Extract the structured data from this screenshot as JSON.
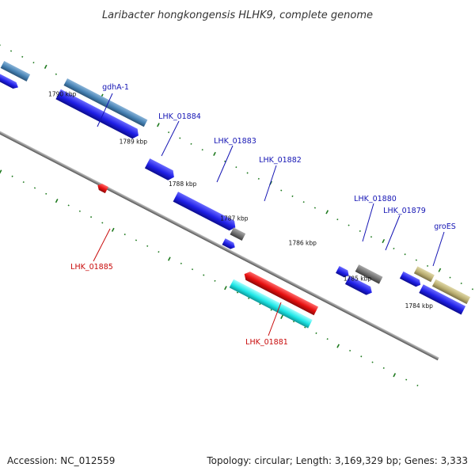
{
  "title": "Laribacter hongkongensis HLHK9, complete genome",
  "footer": {
    "accession_text": "Accession: NC_012559",
    "stats_text": "Topology: circular; Length: 3,169,329 bp; Genes: 3,333"
  },
  "colors": {
    "forward_cds": "#1f1fe6",
    "reverse_cds": "#e60f0f",
    "forward_label": "#1414b4",
    "reverse_label": "#c80a0a",
    "backbone": "#8c8c8c",
    "gc_ticks": "#1f7a1f",
    "operon_blue": "#4682b4",
    "operon_gray": "#707070",
    "operon_cyan": "#1ee6e6",
    "operon_olive": "#b9ad70"
  },
  "kbp_ticks": [
    "1790 kbp",
    "1789 kbp",
    "1788 kbp",
    "1787 kbp",
    "1786 kbp",
    "1785 kbp",
    "1784 kbp"
  ],
  "gene_labels": [
    {
      "name": "gdhA-1",
      "strand": "forward"
    },
    {
      "name": "LHK_01884",
      "strand": "forward"
    },
    {
      "name": "LHK_01883",
      "strand": "forward"
    },
    {
      "name": "LHK_01882",
      "strand": "forward"
    },
    {
      "name": "LHK_01880",
      "strand": "forward"
    },
    {
      "name": "LHK_01879",
      "strand": "forward"
    },
    {
      "name": "groES",
      "strand": "forward"
    },
    {
      "name": "LHK_01885",
      "strand": "reverse"
    },
    {
      "name": "LHK_01881",
      "strand": "reverse"
    }
  ]
}
